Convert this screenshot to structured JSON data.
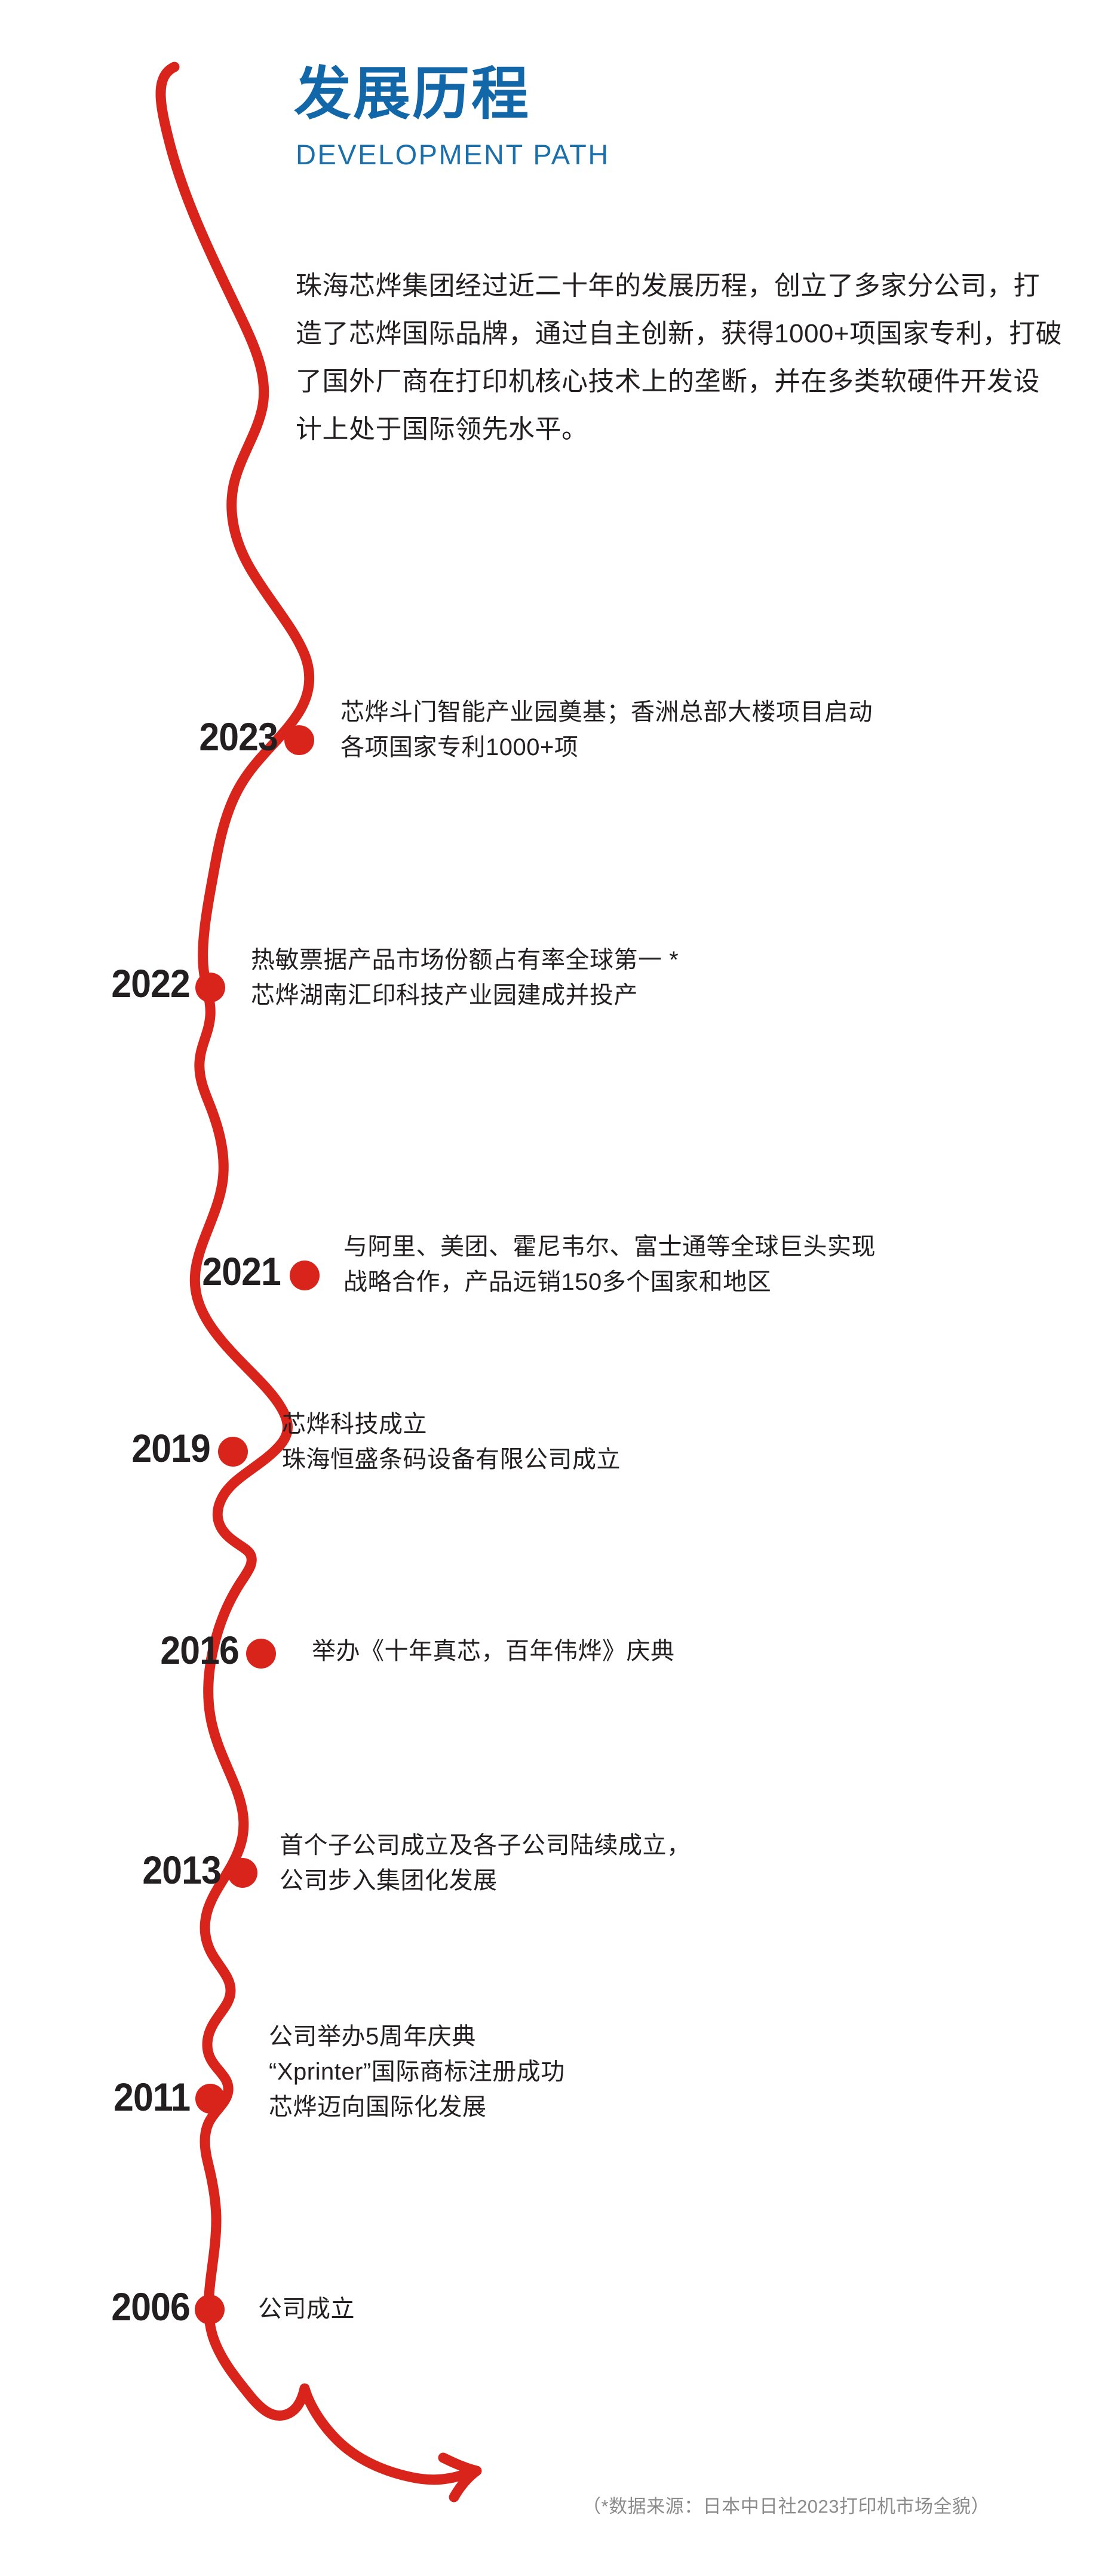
{
  "colors": {
    "brand_blue": "#1167A8",
    "brand_red": "#D9241C",
    "body_text": "#231F20",
    "footnote_gray": "#8B8B8B",
    "background": "#FFFFFF"
  },
  "header": {
    "title_cn": "发展历程",
    "title_en": "DEVELOPMENT PATH",
    "intro": "珠海芯烨集团经过近二十年的发展历程，创立了多家分公司，打造了芯烨国际品牌，通过自主创新，获得1000+项国家专利，打破了国外厂商在打印机核心技术上的垄断，并在多类软硬件开发设计上处于国际领先水平。"
  },
  "timeline": {
    "entries": [
      {
        "year": "2023",
        "lines": [
          "芯烨斗门智能产业园奠基；香洲总部大楼项目启动",
          "各项国家专利1000+项"
        ]
      },
      {
        "year": "2022",
        "lines": [
          "热敏票据产品市场份额占有率全球第一 *",
          "芯烨湖南汇印科技产业园建成并投产"
        ]
      },
      {
        "year": "2021",
        "lines": [
          "与阿里、美团、霍尼韦尔、富士通等全球巨头实现",
          "战略合作，产品远销150多个国家和地区"
        ]
      },
      {
        "year": "2019",
        "lines": [
          "芯烨科技成立",
          "珠海恒盛条码设备有限公司成立"
        ]
      },
      {
        "year": "2016",
        "lines": [
          "举办《十年真芯，百年伟烨》庆典"
        ]
      },
      {
        "year": "2013",
        "lines": [
          "首个子公司成立及各子公司陆续成立，",
          "公司步入集团化发展"
        ]
      },
      {
        "year": "2011",
        "lines": [
          "公司举办5周年庆典",
          "“Xprinter”国际商标注册成功",
          "芯烨迈向国际化发展"
        ]
      },
      {
        "year": "2006",
        "lines": [
          "公司成立"
        ]
      }
    ]
  },
  "footnote": {
    "text": "（*数据来源：日本中日社2023打印机市场全貌）"
  }
}
